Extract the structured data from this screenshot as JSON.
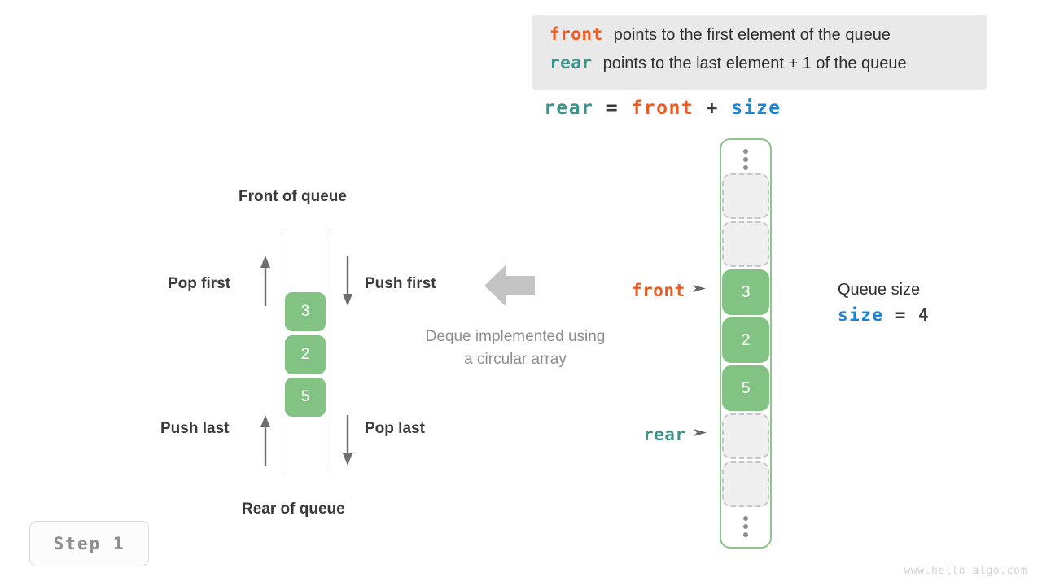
{
  "legend": {
    "rows": [
      {
        "keyword": "front",
        "color_key": "front",
        "text": "points to the first element of the queue"
      },
      {
        "keyword": "rear",
        "color_key": "rear",
        "text": "points to the last element + 1 of the queue"
      }
    ]
  },
  "equation": {
    "lhs": "rear",
    "op1": " = ",
    "rhs1": "front",
    "op2": " + ",
    "rhs2": "size"
  },
  "deque_diagram": {
    "top_label": "Front of queue",
    "bottom_label": "Rear of queue",
    "operations": [
      {
        "label": "Pop first",
        "direction": "up",
        "side": "left"
      },
      {
        "label": "Push first",
        "direction": "down",
        "side": "right"
      },
      {
        "label": "Push last",
        "direction": "up",
        "side": "left"
      },
      {
        "label": "Pop last",
        "direction": "down",
        "side": "right"
      }
    ],
    "cells": [
      "3",
      "2",
      "5"
    ],
    "caption_line1": "Deque implemented using",
    "caption_line2": "a circular array"
  },
  "circular_array": {
    "slots": [
      {
        "kind": "ellipsis"
      },
      {
        "kind": "empty",
        "value": ""
      },
      {
        "kind": "empty",
        "value": ""
      },
      {
        "kind": "filled",
        "value": "3"
      },
      {
        "kind": "filled",
        "value": "2"
      },
      {
        "kind": "filled",
        "value": "5"
      },
      {
        "kind": "empty",
        "value": ""
      },
      {
        "kind": "empty",
        "value": ""
      },
      {
        "kind": "ellipsis"
      }
    ],
    "pointers": [
      {
        "name": "front",
        "color_key": "front",
        "target_index": 3
      },
      {
        "name": "rear",
        "color_key": "rear",
        "target_index": 6
      }
    ]
  },
  "queue_size": {
    "title": "Queue size",
    "var": "size",
    "op": " = ",
    "value": "4"
  },
  "step_badge": {
    "label": "Step 1"
  },
  "watermark": {
    "text": "www.hello-algo.com"
  },
  "colors": {
    "front": "#ec5b21",
    "rear": "#3d938a",
    "size": "#1b84d5",
    "cell_green": "#82c282",
    "frame_green": "#8cc68c",
    "legend_bg": "#e9e9e9",
    "caption_gray": "#8e8e8e",
    "arrow_gray": "#6e6e6e",
    "big_arrow_gray": "#c3c3c3",
    "empty_fill": "#efefef",
    "empty_border": "#c6c6c6",
    "text_dark": "#3a3a3a",
    "badge_text": "#8f8f8f",
    "watermark": "#d2d2d2"
  }
}
